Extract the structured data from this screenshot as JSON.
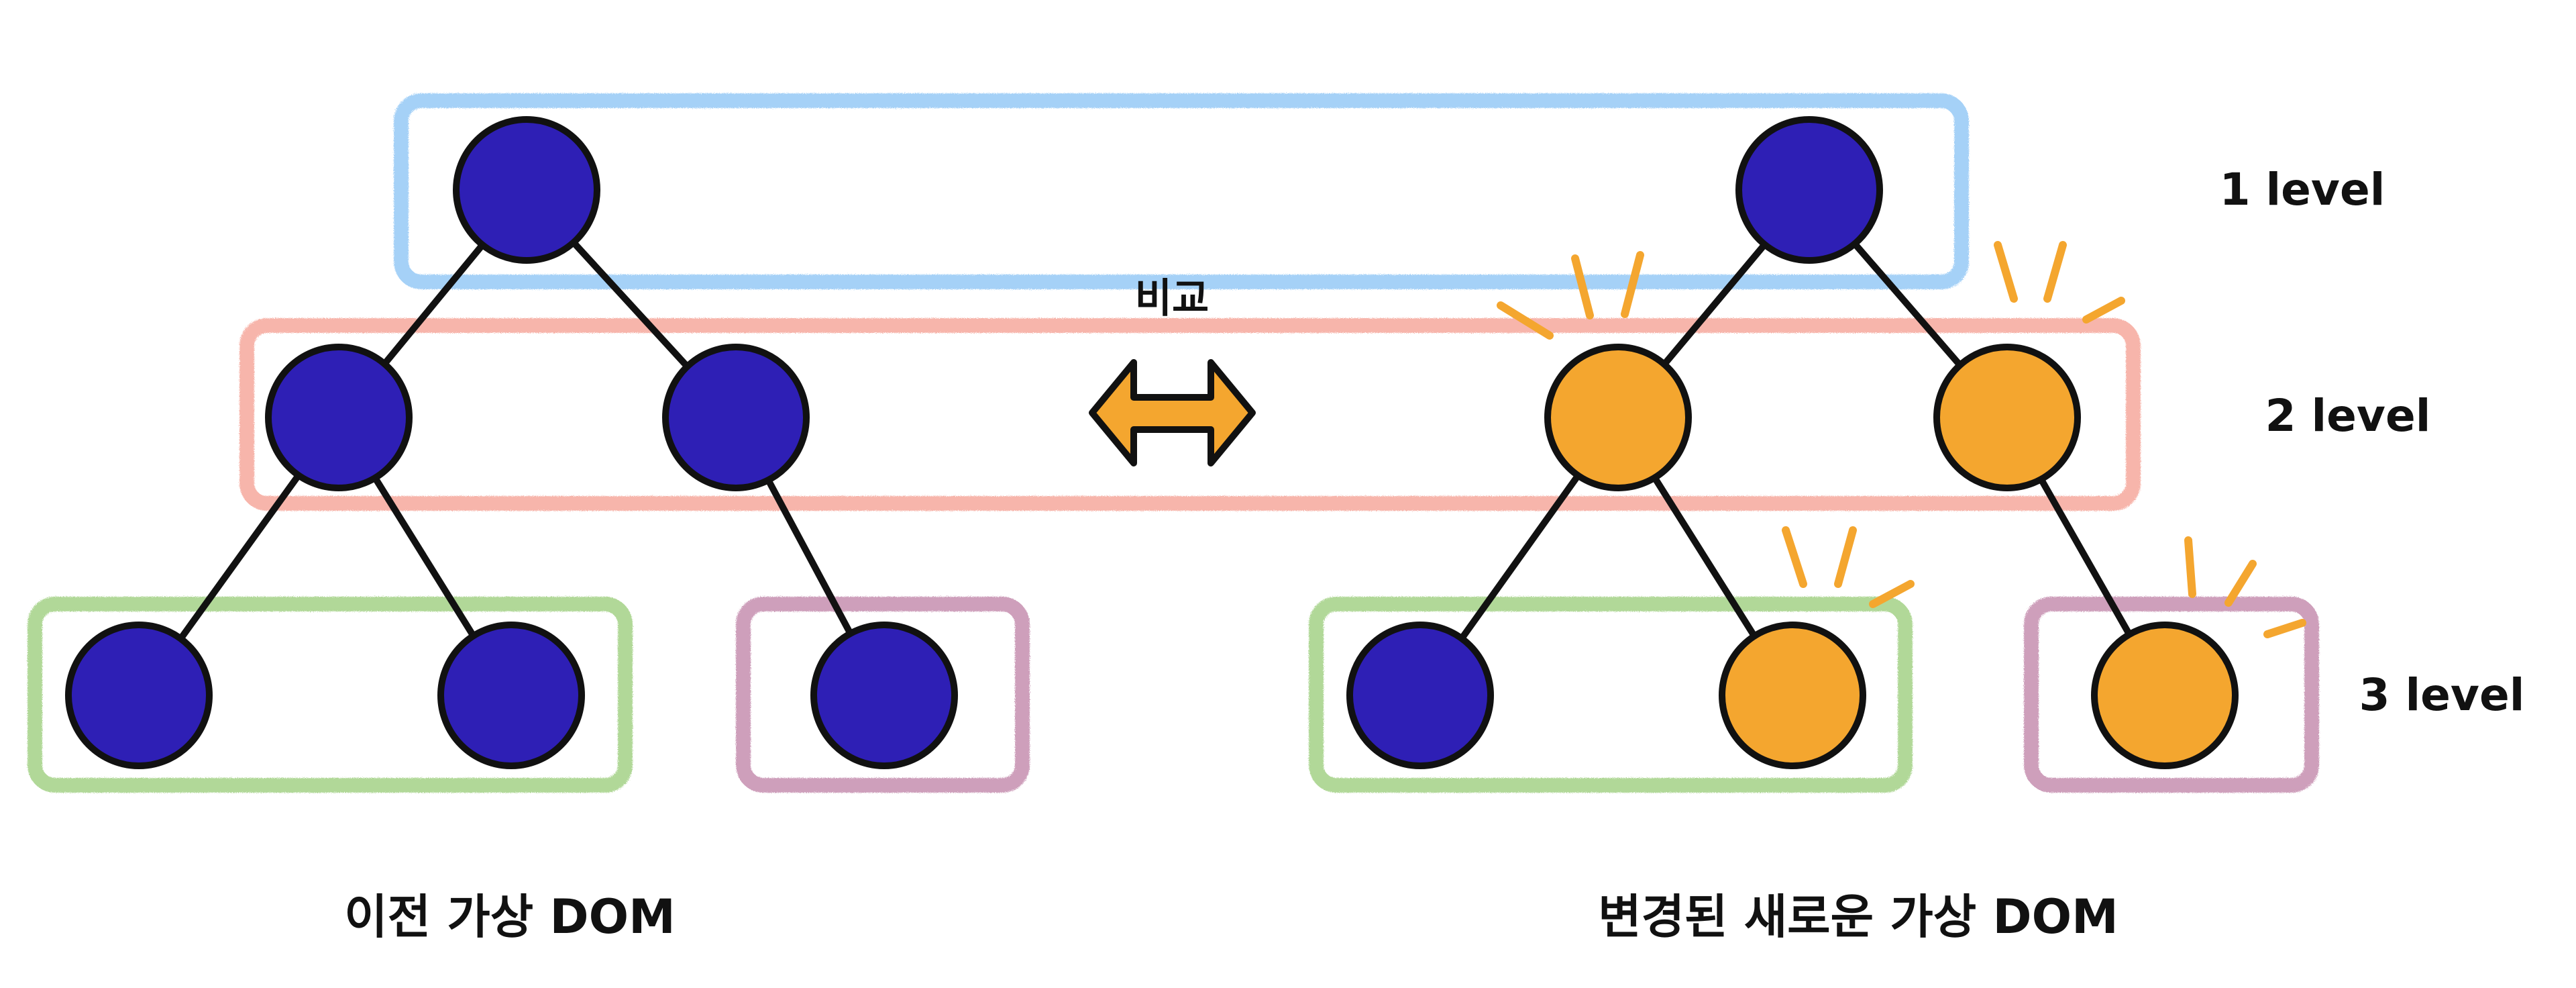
{
  "colors": {
    "background": "#ffffff",
    "node_unchanged": "#2e1fb5",
    "node_changed": "#f4a62f",
    "edge": "#111111",
    "level1_box": "#9ccdf7",
    "level2_box": "#f7aea3",
    "level3_group_a_box": "#a9d48d",
    "level3_group_b_box": "#c995b4",
    "compare_arrow": "#f4a62f",
    "change_marks": "#f4a62f"
  },
  "levels": {
    "level1": "1 level",
    "level2": "2 level",
    "level3": "3 level"
  },
  "compare": {
    "label": "비교",
    "icon": "double-arrow-icon"
  },
  "trees": {
    "previous": {
      "title": "이전 가상 DOM",
      "root": {
        "changed": false
      },
      "level2": [
        {
          "changed": false
        },
        {
          "changed": false
        }
      ],
      "level3": [
        {
          "changed": false
        },
        {
          "changed": false
        },
        {
          "changed": false
        }
      ]
    },
    "updated": {
      "title": "변경된 새로운 가상 DOM",
      "root": {
        "changed": false
      },
      "level2": [
        {
          "changed": true
        },
        {
          "changed": true
        }
      ],
      "level3": [
        {
          "changed": false
        },
        {
          "changed": true
        },
        {
          "changed": true
        }
      ]
    }
  }
}
